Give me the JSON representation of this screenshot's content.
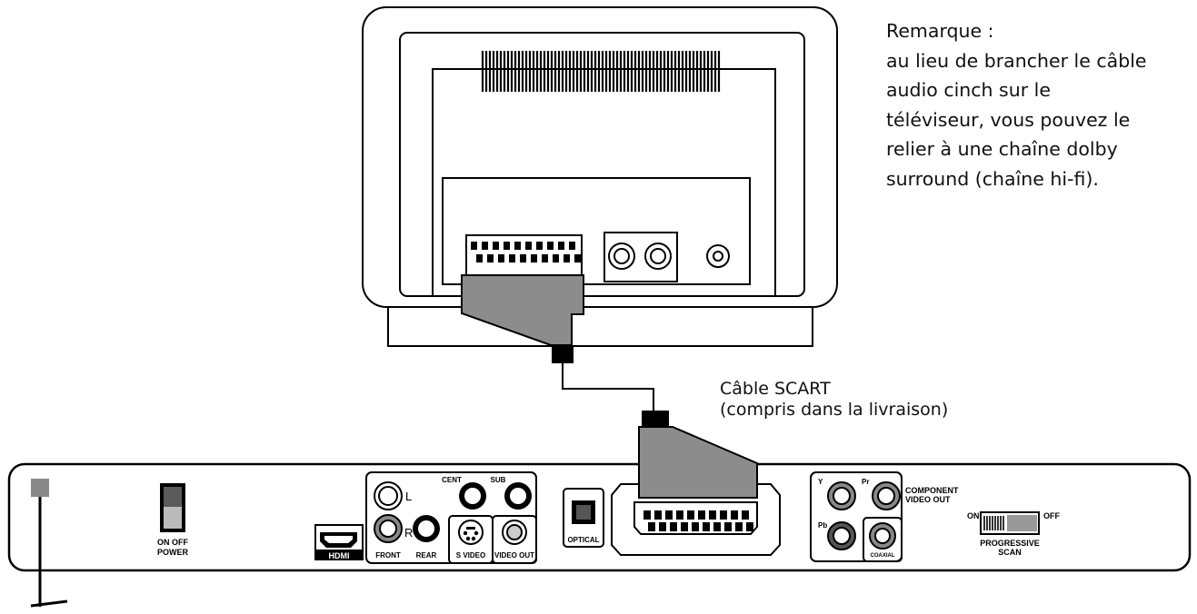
{
  "note": {
    "title": "Remarque :",
    "lines": [
      "au lieu de brancher le câble",
      "audio cinch sur le",
      "téléviseur, vous pouvez le",
      "relier à une chaîne dolby",
      "surround (chaîne hi-fi)."
    ]
  },
  "cable": {
    "line1": "Câble SCART",
    "line2": "(compris dans la livraison)"
  },
  "player": {
    "power_label_1": "ON OFF",
    "power_label_2": "POWER",
    "hdmi_label": "HDMI",
    "audio_l": "L",
    "audio_r": "R",
    "cent": "CENT",
    "sub": "SUB",
    "front": "FRONT",
    "rear": "REAR",
    "svideo": "S VIDEO",
    "video_out": "VIDEO OUT",
    "optical": "OPTICAL",
    "comp_y": "Y",
    "comp_pr": "Pr",
    "comp_pb": "Pb",
    "component_1": "COMPONENT",
    "component_2": "VIDEO OUT",
    "coaxial": "COAXIAL",
    "prog_on": "ON",
    "prog_off": "OFF",
    "prog_1": "PROGRESSIVE",
    "prog_2": "SCAN"
  },
  "colors": {
    "plug_gray": "#8c8c8c",
    "outline": "#000000"
  }
}
